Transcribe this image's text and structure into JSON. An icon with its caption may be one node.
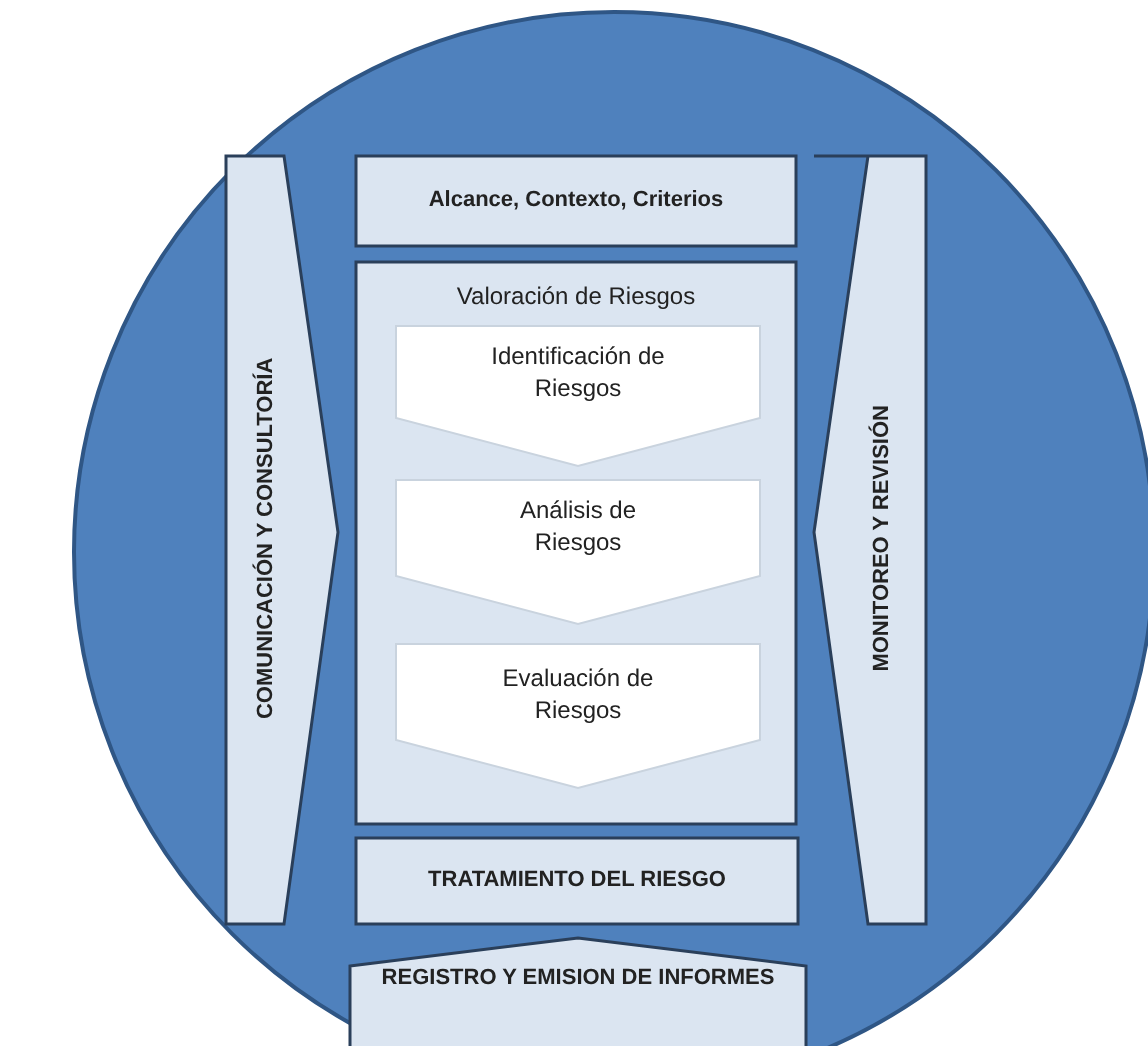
{
  "diagram": {
    "nodes": [
      {
        "text": [
          "COMUNICACIÓN Y CONSULTORÍA"
        ]
      },
      {
        "text": [
          "Alcance, Contexto, Criterios"
        ]
      },
      {
        "text": [
          "Valoración de Riesgos"
        ]
      },
      {
        "text": [
          "Identificación de Riesgos"
        ],
        "in": 2
      },
      {
        "text": [
          "Análisis de Riesgos"
        ],
        "in": 2
      },
      {
        "text": [
          "Evaluación de Riesgos"
        ],
        "in": 2
      },
      {
        "text": [
          "MONITOREO Y REVISIÓN"
        ]
      },
      {
        "text": [
          "TRATAMIENTO DEL RIESGO"
        ]
      },
      {
        "text": [
          "REGISTRO Y EMISION DE INFORMES"
        ]
      }
    ]
  }
}
